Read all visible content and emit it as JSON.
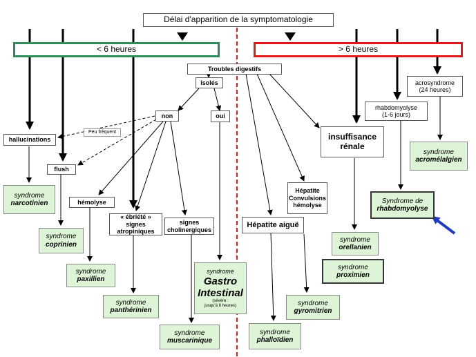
{
  "title": "Délai d'apparition de la symptomatologie",
  "categories": {
    "left": "< 6 heures",
    "right": "> 6 heures"
  },
  "nodes": {
    "troubles": "Troubles digestifs",
    "isoles": "isolés",
    "non": "non",
    "oui": "oui",
    "peu_frequent": "Peu fréquent",
    "hallucinations": "hallucinations",
    "flush": "flush",
    "hemolyse": "hémolyse",
    "ebriete": [
      "« ébriété »",
      "signes",
      "atropiniques"
    ],
    "cholinergiques": [
      "signes",
      "cholinergiques"
    ],
    "hepatite_aigue": "Hépatite aiguë",
    "hepatite_conv": [
      "Hépatite",
      "Convulsions",
      "hémolyse"
    ],
    "insuffisance": [
      "insuffisance",
      "rénale"
    ],
    "rhabdo": [
      "rhabdomyolyse",
      "(1-6 jours)"
    ],
    "acro": [
      "acrosyndrome",
      "(24 heures)"
    ]
  },
  "syndromes": {
    "narcotinien": [
      "syndrome",
      "narcotinien"
    ],
    "coprinien": [
      "syndrome",
      "coprinien"
    ],
    "paxillien": [
      "syndrome",
      "paxillien"
    ],
    "pantherinien": [
      "syndrome",
      "panthérinien"
    ],
    "muscarinique": [
      "syndrome",
      "muscarinique"
    ],
    "gastro": [
      "syndrome",
      "Gastro",
      "Intestinal",
      "(sévère :",
      "jusqu'à 8 heures)"
    ],
    "phalloidien": [
      "syndrome",
      "phalloïdien"
    ],
    "gyromitrien": [
      "syndrome",
      "gyromitrien"
    ],
    "orellanien": [
      "syndrome",
      "orellanien"
    ],
    "proximien": [
      "syndrome",
      "proximien"
    ],
    "rhabdomyolyse": [
      "Syndrome de",
      "rhabdomyolyse"
    ],
    "acromelalgien": [
      "syndrome",
      "acromélalgien"
    ]
  },
  "colors": {
    "left_border": "#2e8b57",
    "right_border": "#e01818",
    "syndrome_fill": "#ddf5d6",
    "divider": "#e01818",
    "pointer": "#1e3cc8"
  },
  "pointer_icon": "blue-arrow-icon"
}
